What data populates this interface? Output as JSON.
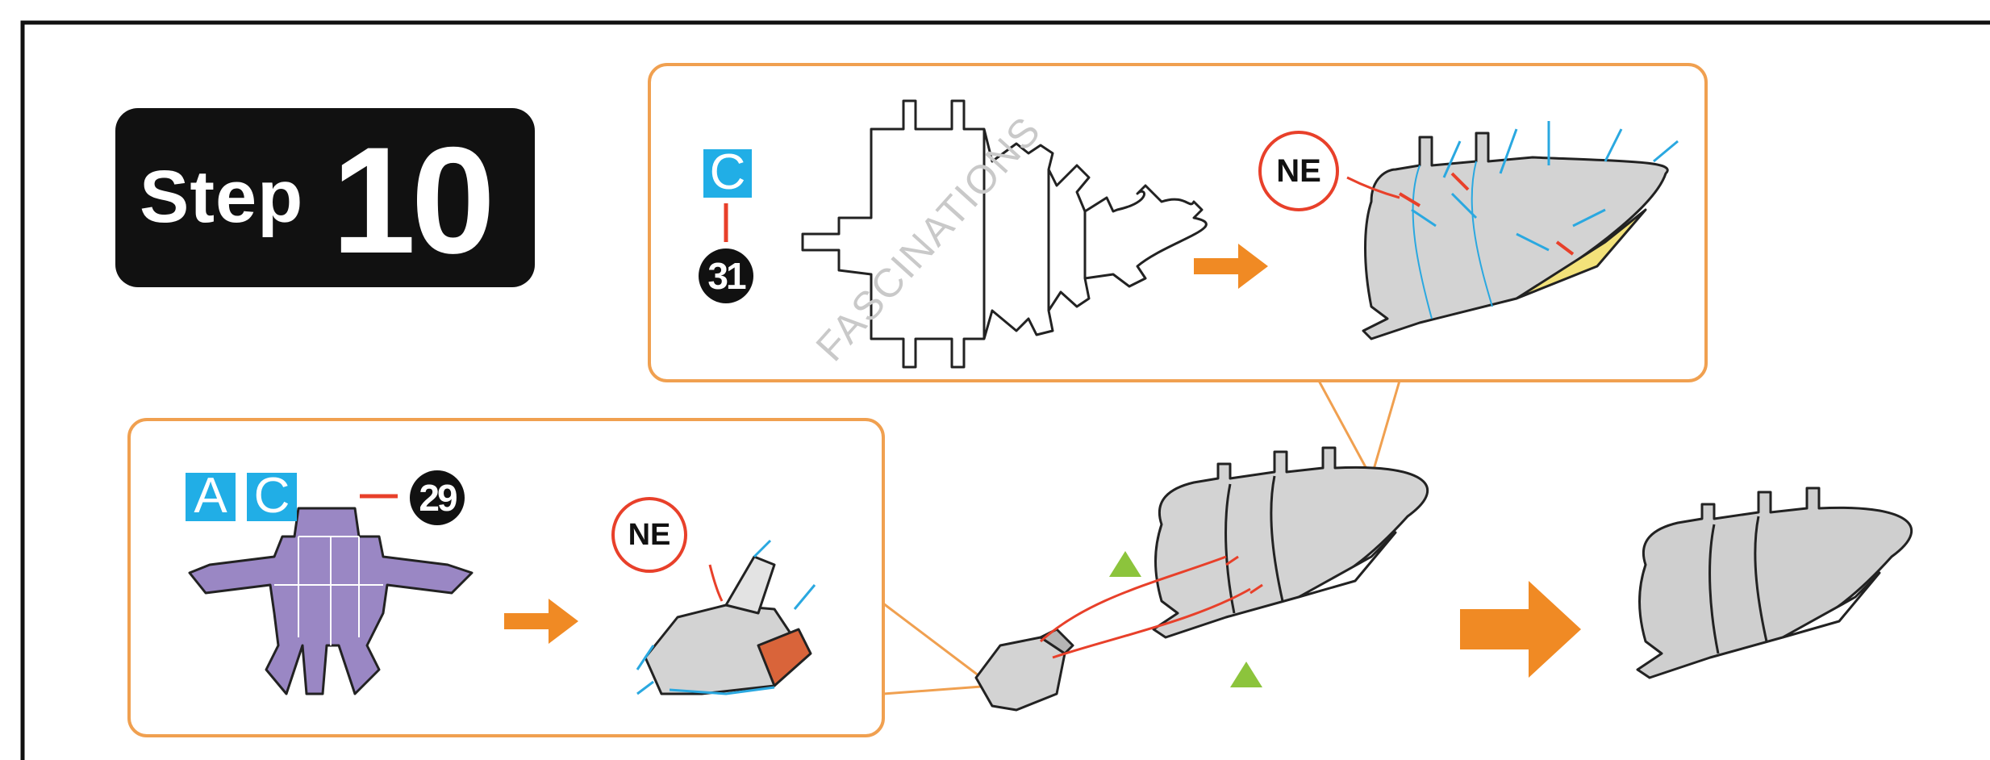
{
  "step": {
    "word": "Step",
    "number": "10"
  },
  "panel_top": {
    "part_letter": "C",
    "sheet_number": "31",
    "fold_code": "NE",
    "watermark": "FASCINATIONS"
  },
  "panel_bottom": {
    "part_letters": [
      "A",
      "C"
    ],
    "sheet_number": "29",
    "fold_code": "NE"
  },
  "colors": {
    "frame": "#111111",
    "panel_border": "#f0a050",
    "label_blue": "#21aee6",
    "arrow_orange": "#f08a24",
    "marker_green": "#8cc43c",
    "part_purple": "#9a87c4",
    "part_gray": "#cfcfcf",
    "fold_blue": "#2aa8e0",
    "fold_red": "#e8402a",
    "glue_yellow": "#f3e27a"
  }
}
